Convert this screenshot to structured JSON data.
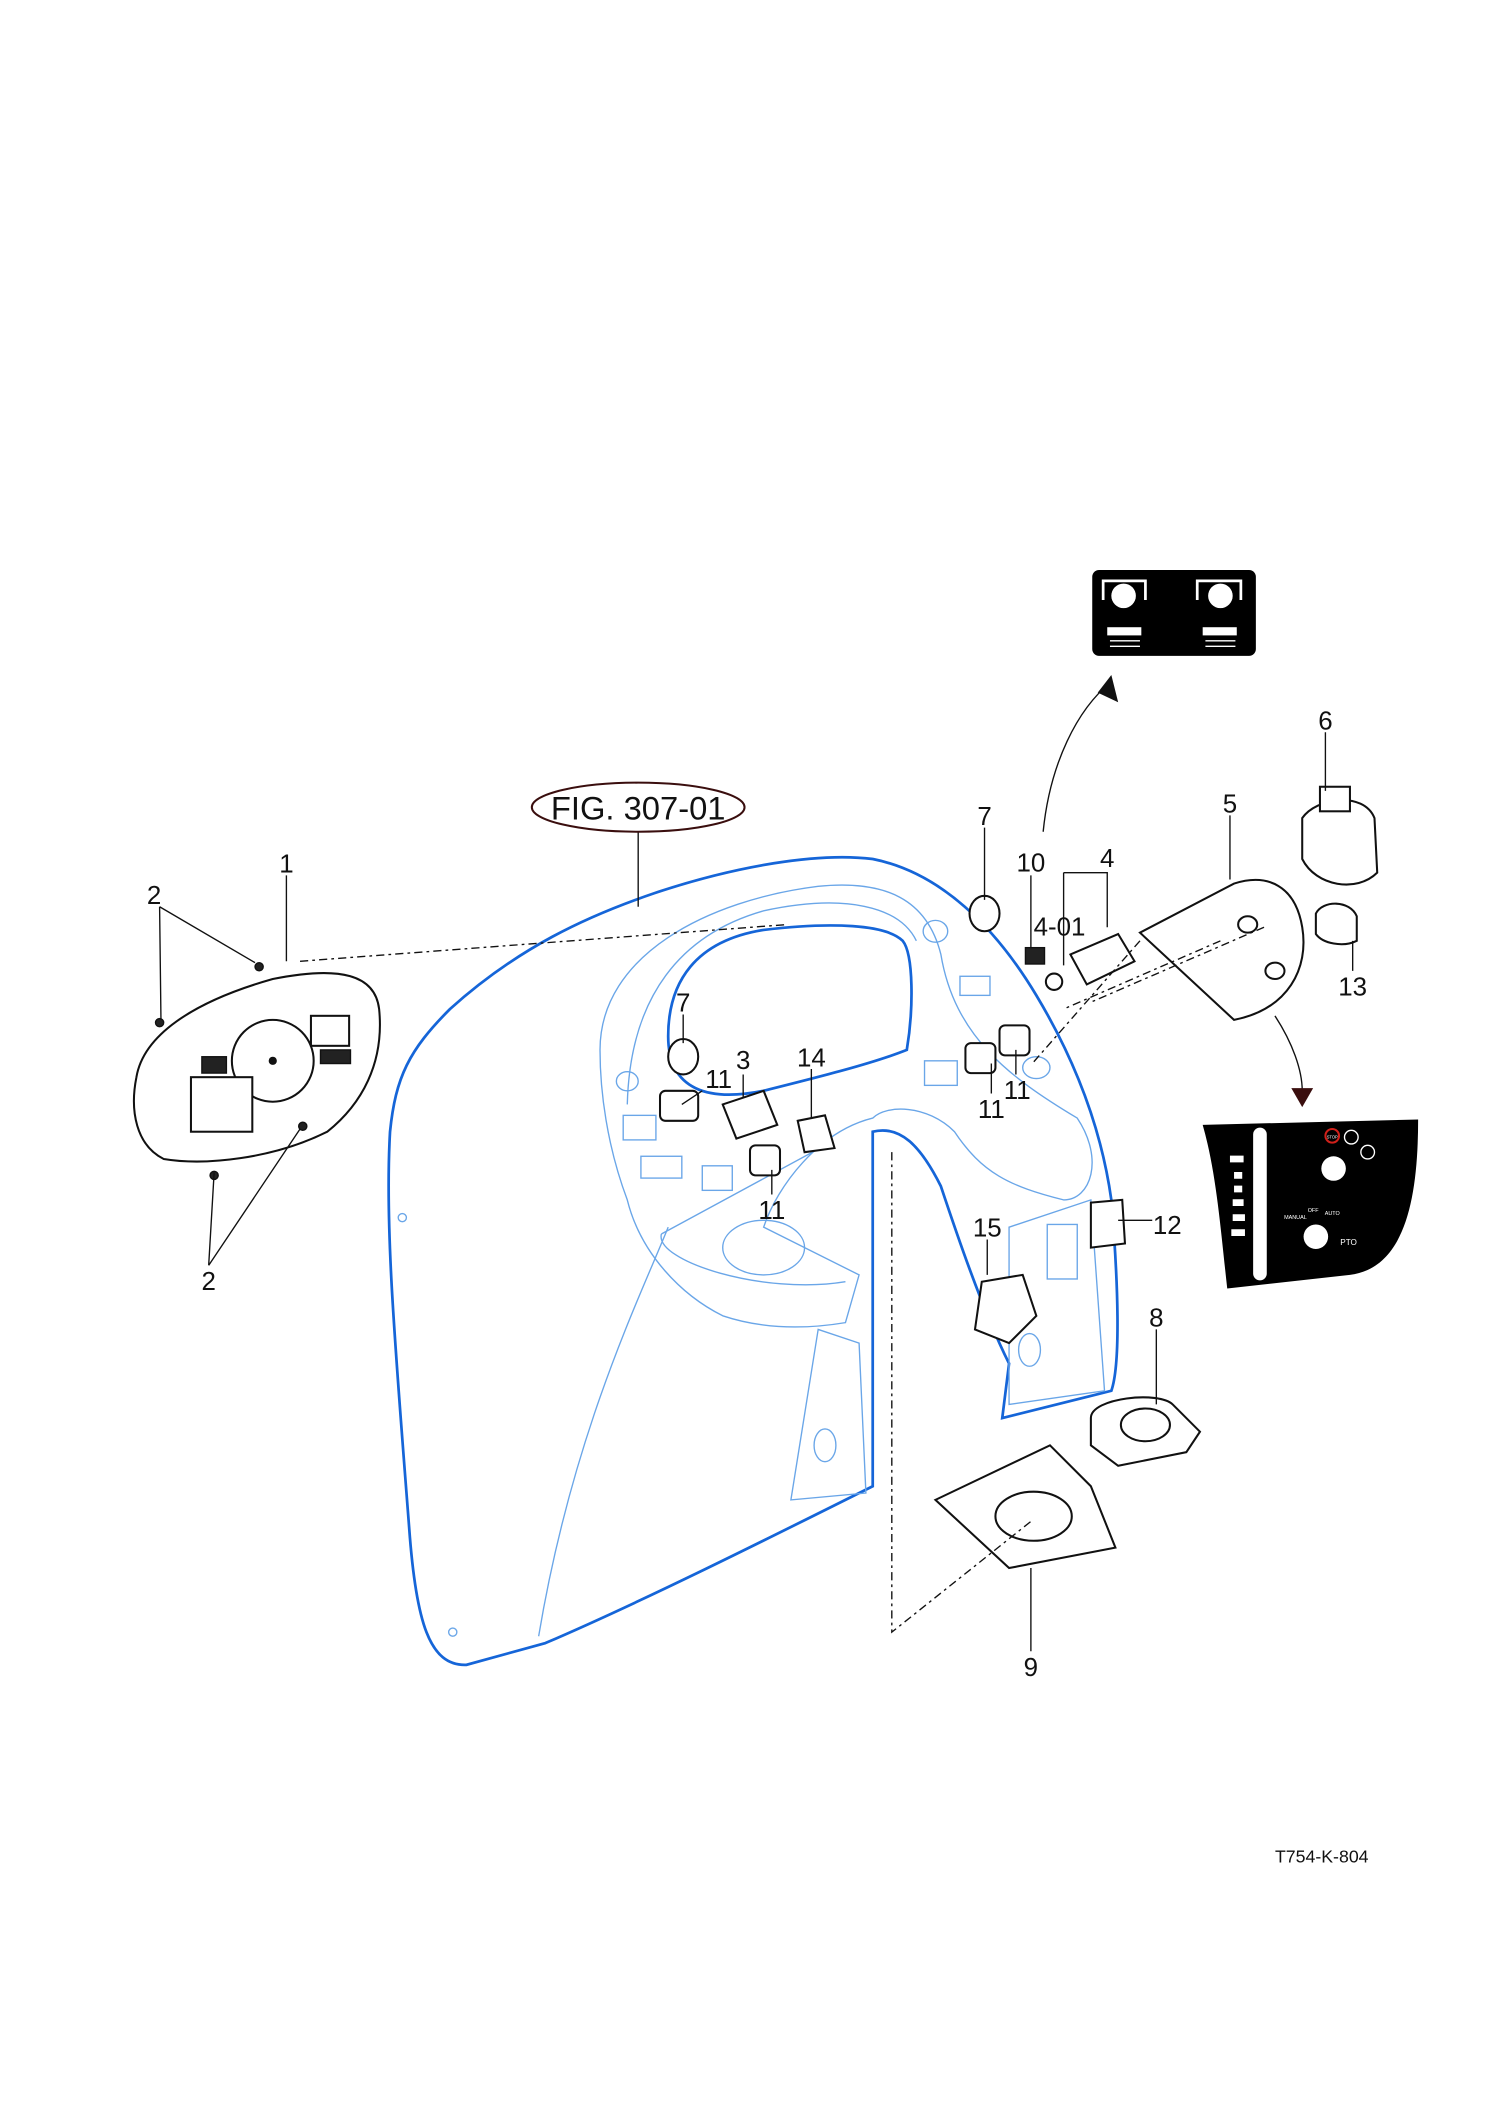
{
  "figure_ref": "FIG. 307-01",
  "drawing_code": "T754-K-804",
  "callouts": {
    "c1": "1",
    "c2a": "2",
    "c2b": "2",
    "c3": "3",
    "c4": "4",
    "c4_01": "4-01",
    "c5": "5",
    "c6": "6",
    "c7a": "7",
    "c7b": "7",
    "c8": "8",
    "c9": "9",
    "c10": "10",
    "c11a": "11",
    "c11b": "11",
    "c11c": "11",
    "c11d": "11",
    "c12": "12",
    "c13": "13",
    "c14": "14",
    "c15": "15"
  },
  "decal_panel": {
    "stop": "STOP",
    "manual": "MANUAL",
    "off": "OFF",
    "auto": "AUTO",
    "pto": "PTO"
  },
  "colors": {
    "outline": "#1565d8",
    "stop_icon": "#d0201a",
    "decal": "#000000"
  }
}
